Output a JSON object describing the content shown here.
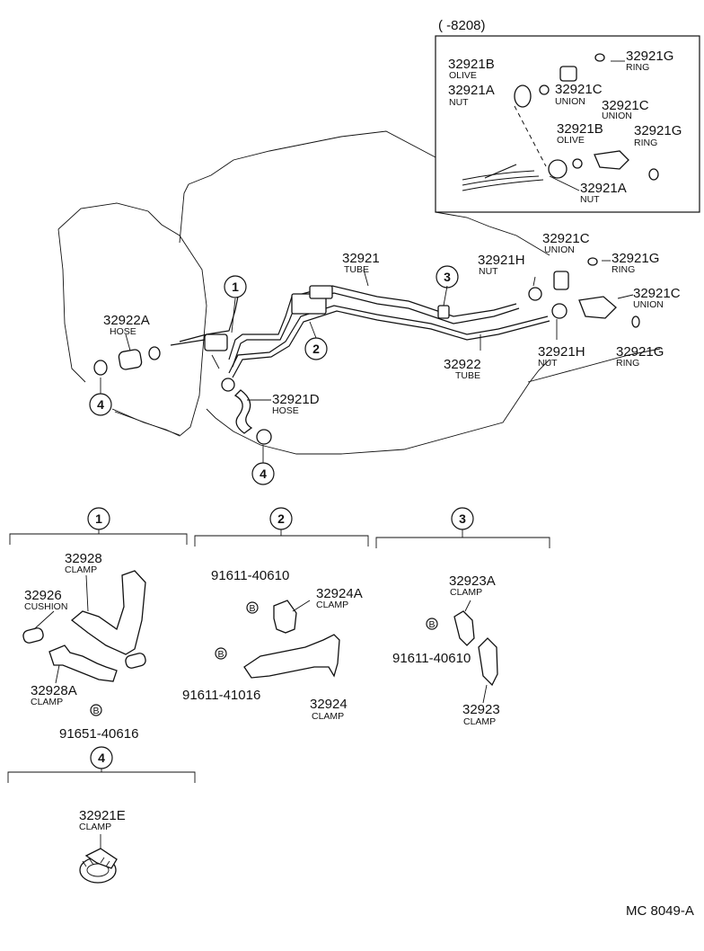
{
  "inset": {
    "header": "(      -8208)",
    "labels": [
      {
        "pn": "32921B",
        "name": "OLIVE"
      },
      {
        "pn": "32921A",
        "name": "NUT"
      },
      {
        "pn": "32921C",
        "name": "UNION"
      },
      {
        "pn": "32921G",
        "name": "RING"
      },
      {
        "pn": "32921C",
        "name": "UNION"
      },
      {
        "pn": "32921B",
        "name": "OLIVE"
      },
      {
        "pn": "32921G",
        "name": "RING"
      },
      {
        "pn": "32921A",
        "name": "NUT"
      }
    ]
  },
  "main": {
    "labels": [
      {
        "pn": "32921",
        "name": "TUBE"
      },
      {
        "pn": "32921C",
        "name": "UNION"
      },
      {
        "pn": "32921G",
        "name": "RING"
      },
      {
        "pn": "32921H",
        "name": "NUT"
      },
      {
        "pn": "32921C",
        "name": "UNION"
      },
      {
        "pn": "32921H",
        "name": "NUT"
      },
      {
        "pn": "32921G",
        "name": "RING"
      },
      {
        "pn": "32922",
        "name": "TUBE"
      },
      {
        "pn": "32922A",
        "name": "HOSE"
      },
      {
        "pn": "32921D",
        "name": "HOSE"
      }
    ],
    "callouts": [
      "1",
      "2",
      "3",
      "4",
      "4"
    ]
  },
  "detail1": {
    "number": "1",
    "labels": [
      {
        "pn": "32928",
        "name": "CLAMP"
      },
      {
        "pn": "32926",
        "name": "CUSHION"
      },
      {
        "pn": "32928A",
        "name": "CLAMP"
      }
    ],
    "bolt": "91651-40616",
    "bolt_mark": "B"
  },
  "detail2": {
    "number": "2",
    "labels": [
      {
        "pn": "32924A",
        "name": "CLAMP"
      },
      {
        "pn": "32924",
        "name": "CLAMP"
      }
    ],
    "bolts": [
      "91611-40610",
      "91611-41016"
    ],
    "bolt_mark": "B"
  },
  "detail3": {
    "number": "3",
    "labels": [
      {
        "pn": "32923A",
        "name": "CLAMP"
      },
      {
        "pn": "32923",
        "name": "CLAMP"
      }
    ],
    "bolt": "91611-40610",
    "bolt_mark": "B"
  },
  "detail4": {
    "number": "4",
    "labels": [
      {
        "pn": "32921E",
        "name": "CLAMP"
      }
    ]
  },
  "footer": "MC  8049-A"
}
